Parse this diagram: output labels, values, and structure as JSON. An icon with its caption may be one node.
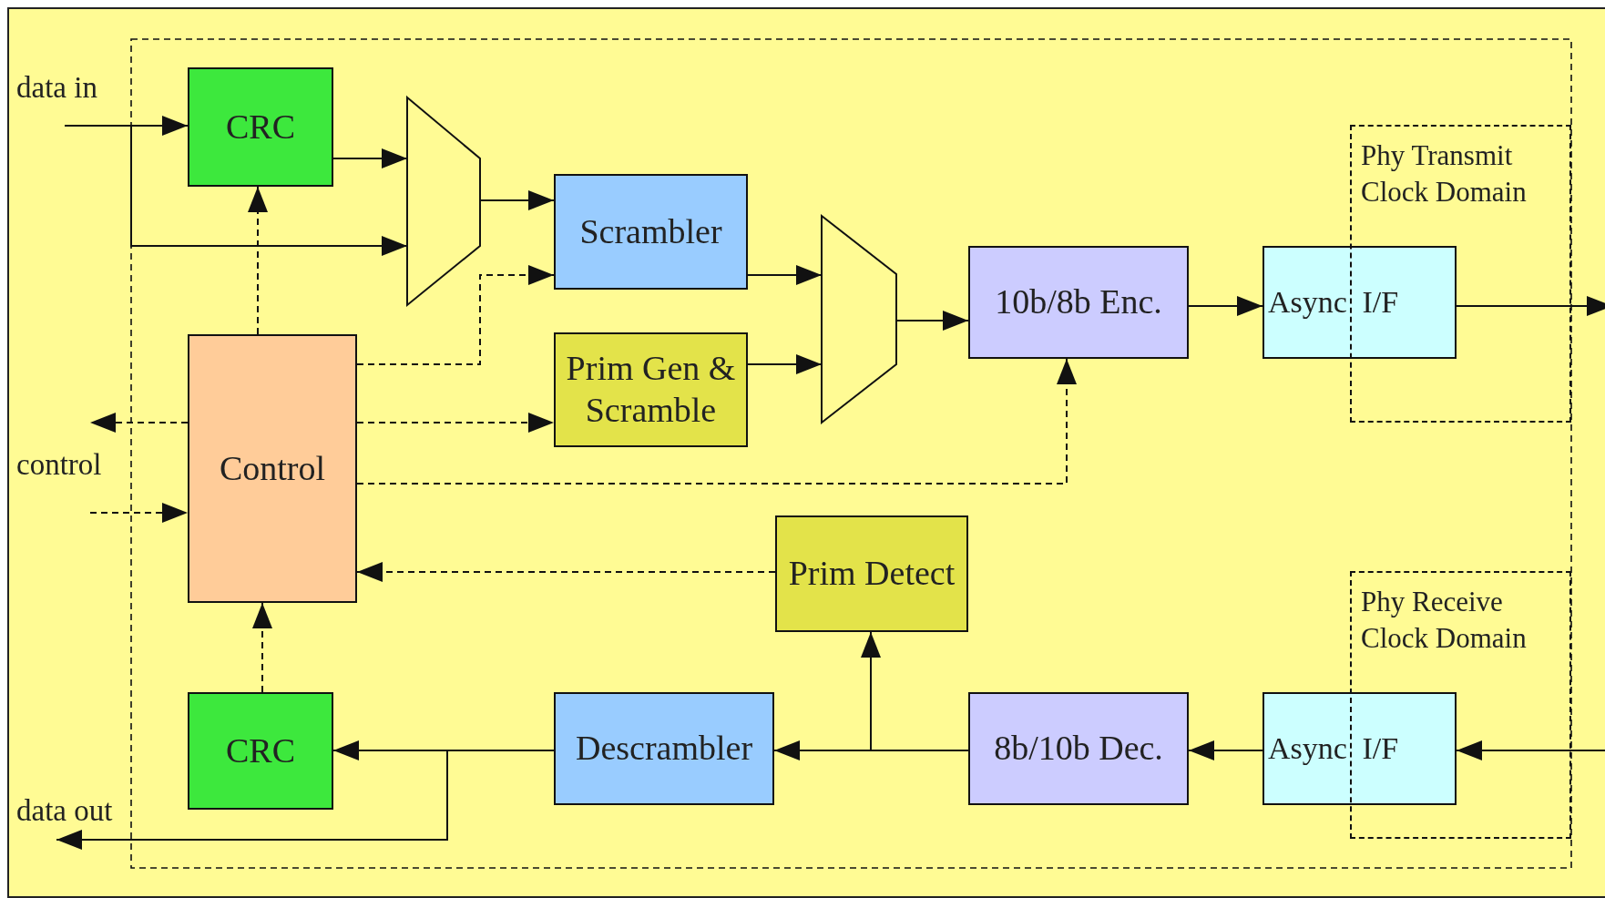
{
  "diagram": {
    "nodes": [
      {
        "text": [
          "data in"
        ]
      },
      {
        "text": [
          "CRC"
        ]
      },
      {
        "text": [],
        "shape": "trapezoid"
      },
      {
        "text": [
          "Scrambler"
        ]
      },
      {
        "text": [
          "Prim Gen & Scramble"
        ]
      },
      {
        "text": [],
        "shape": "trapezoid"
      },
      {
        "text": [
          "10b/8b Enc."
        ]
      },
      {
        "text": [
          "Phy Transmit Clock Domain"
        ]
      },
      {
        "text": [
          "Async I/F"
        ]
      },
      {
        "text": [
          "control"
        ]
      },
      {
        "text": [
          "Control"
        ]
      },
      {
        "text": [
          "Prim Detect"
        ]
      },
      {
        "text": [
          "CRC"
        ]
      },
      {
        "text": [
          "Descrambler"
        ]
      },
      {
        "text": [
          "8b/10b Dec."
        ]
      },
      {
        "text": [
          "Phy Receive Clock Domain"
        ]
      },
      {
        "text": [
          "Async I/F"
        ]
      },
      {
        "text": [
          "data out"
        ]
      }
    ],
    "edges": [
      {
        "from": 0,
        "to": 1,
        "arrow": "to"
      },
      {
        "from": 0,
        "to": 2,
        "arrow": "to"
      },
      {
        "from": 1,
        "to": 2,
        "arrow": "to"
      },
      {
        "from": 10,
        "to": 1,
        "arrow": "to",
        "style": "dashed"
      },
      {
        "from": 2,
        "to": 3,
        "arrow": "to"
      },
      {
        "from": 10,
        "to": 3,
        "arrow": "to",
        "style": "dashed"
      },
      {
        "from": 10,
        "to": 4,
        "arrow": "to",
        "style": "dashed"
      },
      {
        "from": 10,
        "to": 6,
        "arrow": "to",
        "style": "dashed"
      },
      {
        "from": 10,
        "to": 9,
        "arrow": "to",
        "style": "dashed"
      },
      {
        "from": 9,
        "to": 10,
        "arrow": "to",
        "style": "dashed"
      },
      {
        "from": 3,
        "to": 5,
        "arrow": "to"
      },
      {
        "from": 4,
        "to": 5,
        "arrow": "to"
      },
      {
        "from": 5,
        "to": 6,
        "arrow": "to"
      },
      {
        "from": 6,
        "to": 8,
        "arrow": "to"
      },
      {
        "from": 8,
        "to": null,
        "arrow": "to"
      },
      {
        "from": null,
        "to": 16,
        "arrow": "to"
      },
      {
        "from": 16,
        "to": 14,
        "arrow": "to"
      },
      {
        "from": 14,
        "to": 13,
        "arrow": "to"
      },
      {
        "from": 14,
        "to": 11,
        "arrow": "to"
      },
      {
        "from": 11,
        "to": 10,
        "arrow": "to",
        "style": "dashed"
      },
      {
        "from": 13,
        "to": 12,
        "arrow": "to"
      },
      {
        "from": 13,
        "to": 17,
        "arrow": "to"
      },
      {
        "from": 12,
        "to": 10,
        "arrow": "to",
        "style": "dashed"
      }
    ]
  }
}
